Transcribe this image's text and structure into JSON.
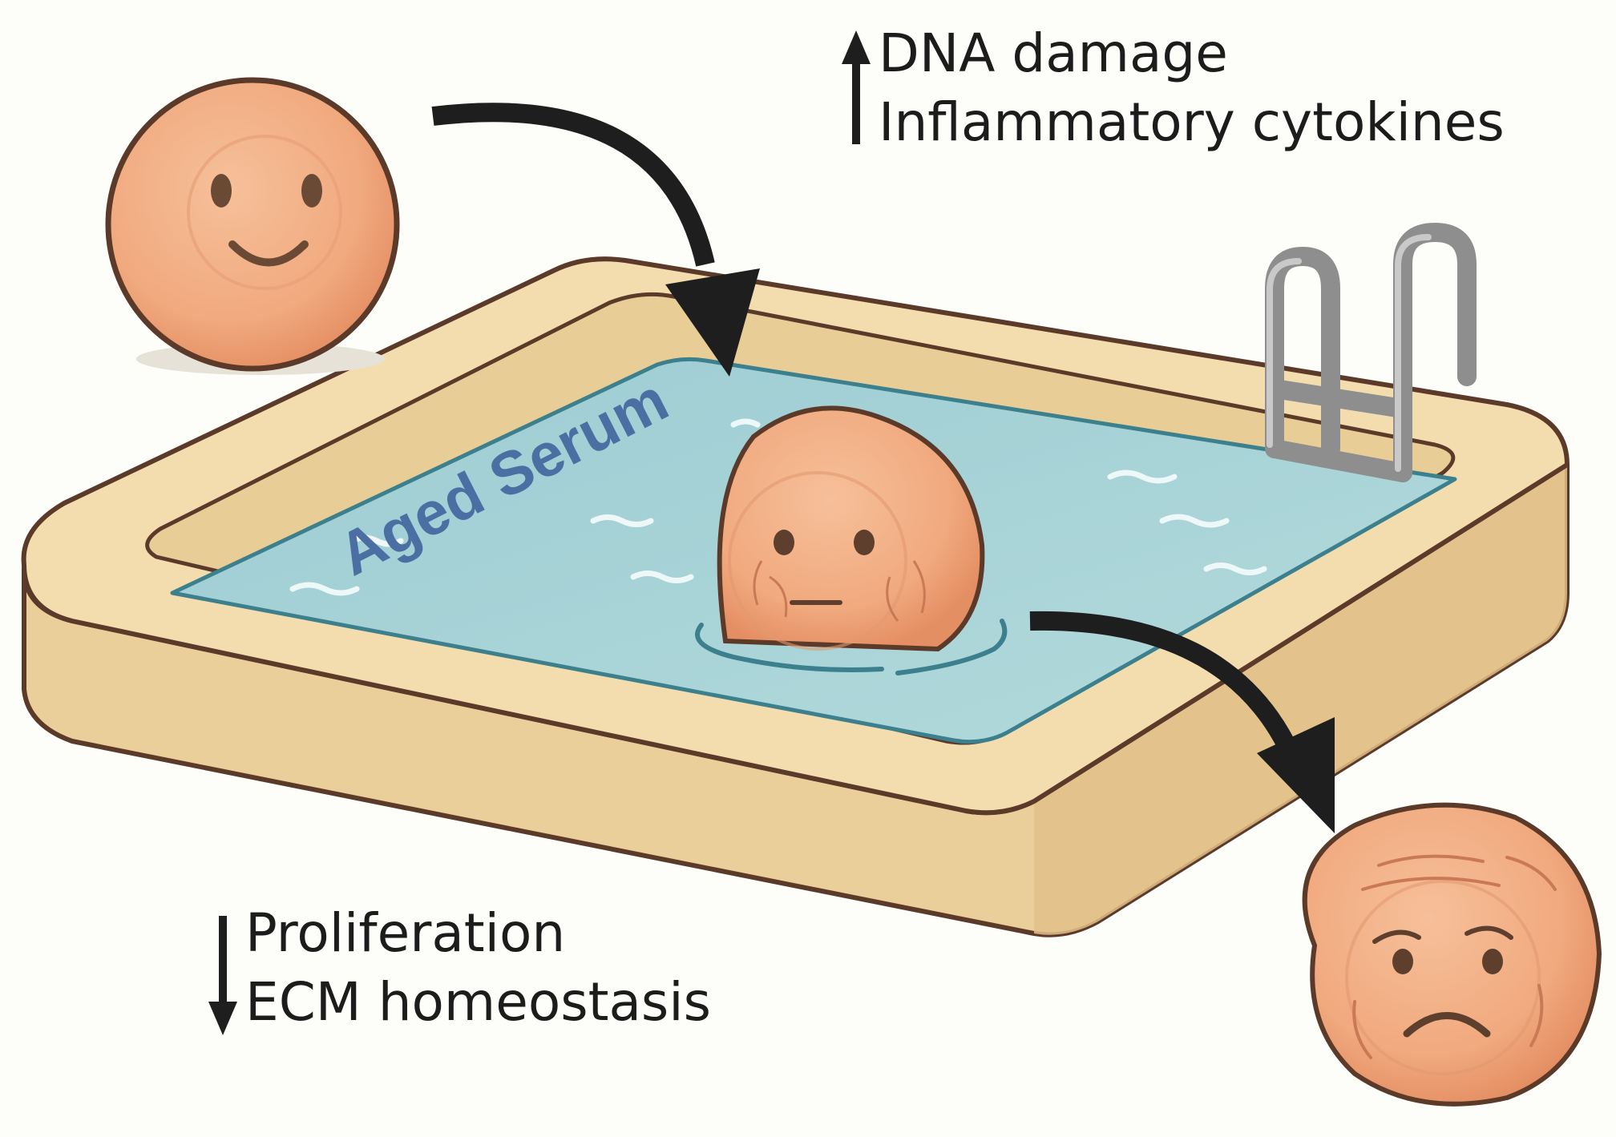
{
  "pool_label": "Aged Serum",
  "increased": {
    "direction": "up",
    "items": [
      "DNA damage",
      "Inflammatory cytokines"
    ]
  },
  "decreased": {
    "direction": "down",
    "items": [
      "Proliferation",
      "ECM homeostasis"
    ]
  },
  "cells": [
    {
      "state": "young",
      "expression": "smiling"
    },
    {
      "state": "aging",
      "expression": "neutral, wrinkled"
    },
    {
      "state": "senescent",
      "expression": "sad, wrinkled"
    }
  ],
  "colors": {
    "cell_fill": "#f1a97e",
    "cell_outline": "#5b3a2a",
    "pool_rim": "#f3ddaf",
    "pool_wall": "#ebcf9a",
    "water": "#a6d2d6",
    "pool_label": "#4b6ea3",
    "arrows": "#1e1e1e",
    "ladder": "#9c9c9c"
  },
  "icons": [
    "up-arrow-icon",
    "down-arrow-icon",
    "curved-arrow-icon",
    "pool-ladder-icon"
  ]
}
